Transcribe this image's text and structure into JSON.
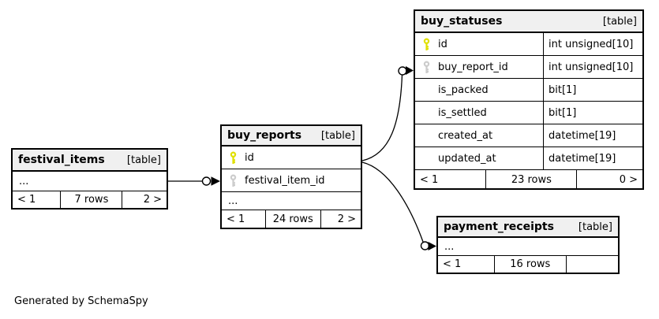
{
  "diagram": {
    "footer_note": "Generated by SchemaSpy"
  },
  "colors": {
    "primary_key_icon": "#e0e000",
    "foreign_key_icon": "#cccccc",
    "header_background": "#f0f0f0",
    "border": "#000000",
    "background": "#ffffff"
  },
  "tables": {
    "buy_statuses": {
      "name": "buy_statuses",
      "badge": "[table]",
      "columns": [
        {
          "name": "id",
          "type": "int unsigned[10]",
          "key": "primary"
        },
        {
          "name": "buy_report_id",
          "type": "int unsigned[10]",
          "key": "foreign"
        },
        {
          "name": "is_packed",
          "type": "bit[1]",
          "key": ""
        },
        {
          "name": "is_settled",
          "type": "bit[1]",
          "key": ""
        },
        {
          "name": "created_at",
          "type": "datetime[19]",
          "key": ""
        },
        {
          "name": "updated_at",
          "type": "datetime[19]",
          "key": ""
        }
      ],
      "footer": {
        "left": "< 1",
        "center": "23 rows",
        "right": "0 >"
      }
    },
    "buy_reports": {
      "name": "buy_reports",
      "badge": "[table]",
      "columns": [
        {
          "name": "id",
          "key": "primary"
        },
        {
          "name": "festival_item_id",
          "key": "foreign"
        }
      ],
      "ellipsis": "...",
      "footer": {
        "left": "< 1",
        "center": "24 rows",
        "right": "2 >"
      }
    },
    "festival_items": {
      "name": "festival_items",
      "badge": "[table]",
      "ellipsis": "...",
      "footer": {
        "left": "< 1",
        "center": "7 rows",
        "right": "2 >"
      }
    },
    "payment_receipts": {
      "name": "payment_receipts",
      "badge": "[table]",
      "ellipsis": "...",
      "footer": {
        "left": "< 1",
        "center": "16 rows",
        "right": ""
      }
    }
  },
  "relationships": [
    {
      "from": "festival_items",
      "to": "buy_reports.festival_item_id"
    },
    {
      "from": "buy_reports.id",
      "to": "buy_statuses.buy_report_id"
    },
    {
      "from": "buy_reports.id",
      "to": "payment_receipts"
    }
  ]
}
